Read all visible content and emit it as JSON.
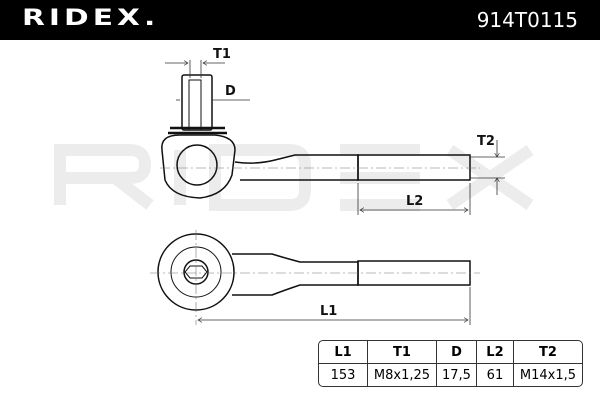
{
  "header": {
    "brand": "RIDEX.",
    "part_number": "914T0115"
  },
  "watermark": "RIDEX",
  "dimension_labels": {
    "t1": "T1",
    "d": "D",
    "t2": "T2",
    "l2": "L2",
    "l1": "L1"
  },
  "spec_table": {
    "headers": [
      "L1",
      "T1",
      "D",
      "L2",
      "T2"
    ],
    "values": [
      "153",
      "M8x1,25",
      "17,5",
      "61",
      "M14x1,5"
    ]
  }
}
